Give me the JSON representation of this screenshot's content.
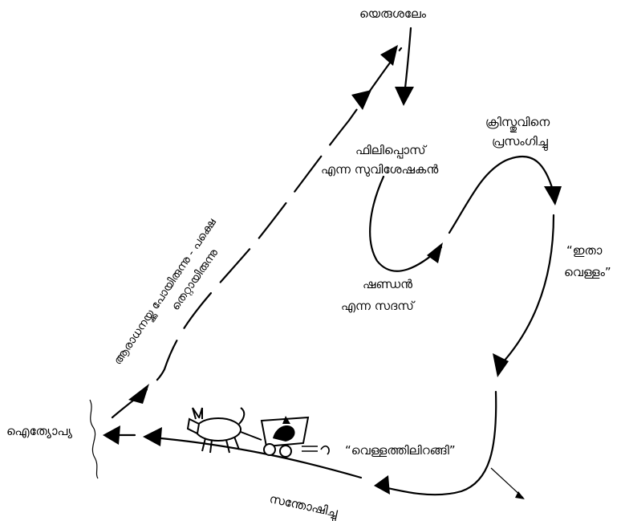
{
  "places": {
    "jerusalem": "യെരുശലേം",
    "ethiopia": "ഐത്യോപ്യ"
  },
  "people": {
    "philip_line1": "ഫിലിപ്പൊസ്",
    "philip_line2": "എന്ന സുവിശേഷകൻ",
    "eunuch_line1": "ഷണ്ഡൻ",
    "eunuch_line2": "എന്ന സദസ്"
  },
  "events": {
    "preached_line1": "ക്രിസ്തുവിനെ",
    "preached_line2": "പ്രസംഗിച്ചു",
    "water_line1": "“ഇതാ",
    "water_line2": "വെള്ളം”",
    "went_into_water": "“വെള്ളത്തിലിറങ്ങി”",
    "rejoiced": "സന്തോഷിച്ചു",
    "went_to_worship": "ആരാധനയ്ക്കു പോയിരുന്നു - പക്ഷെ",
    "was_mistaken": "തെറ്റായിരുന്നു"
  },
  "icons": {
    "transport": "donkey-chariot-icon"
  },
  "colors": {
    "ink": "#000000",
    "background": "#ffffff"
  }
}
